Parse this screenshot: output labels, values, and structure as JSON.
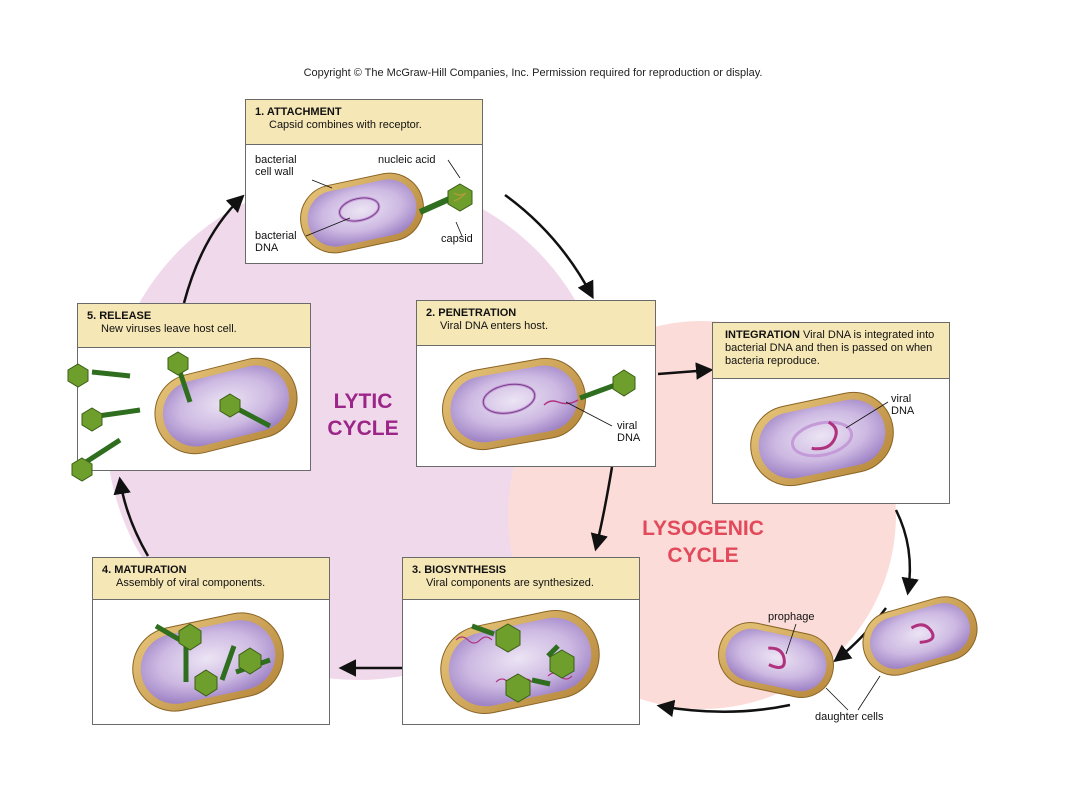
{
  "copyright": "Copyright © The McGraw-Hill Companies, Inc. Permission required for reproduction or display.",
  "cycles": {
    "lytic": "LYTIC\nCYCLE",
    "lysogenic": "LYSOGENIC\nCYCLE"
  },
  "panels": {
    "attachment": {
      "title": "1. ATTACHMENT",
      "desc": "Capsid combines with receptor."
    },
    "penetration": {
      "title": "2. PENETRATION",
      "desc": "Viral DNA enters host."
    },
    "biosynthesis": {
      "title": "3. BIOSYNTHESIS",
      "desc": "Viral components are synthesized."
    },
    "maturation": {
      "title": "4. MATURATION",
      "desc": "Assembly of viral components."
    },
    "release": {
      "title": "5. RELEASE",
      "desc": "New viruses leave host cell."
    },
    "integration": {
      "title": "INTEGRATION",
      "desc": " Viral DNA is integrated into bacterial DNA and then is passed on when bacteria reproduce."
    }
  },
  "labels": {
    "cell_wall": "bacterial\ncell wall",
    "bacterial_dna": "bacterial\nDNA",
    "nucleic_acid": "nucleic acid",
    "capsid": "capsid",
    "viral_dna_penetration": "viral\nDNA",
    "viral_dna_integration": "viral\nDNA",
    "prophage": "prophage",
    "daughter_cells": "daughter cells"
  },
  "colors": {
    "lytic_region": "#f1d9ec",
    "lysogenic_region": "#fcdcd8",
    "panel_header": "#f6e7b6",
    "cell_wall": "#cfa24e",
    "cytoplasm": "#bfa6d8",
    "virus": "#6e9f2c",
    "tail": "#2e6e1e",
    "lytic_text": "#9c2588",
    "lysogenic_text": "#e2495a"
  }
}
